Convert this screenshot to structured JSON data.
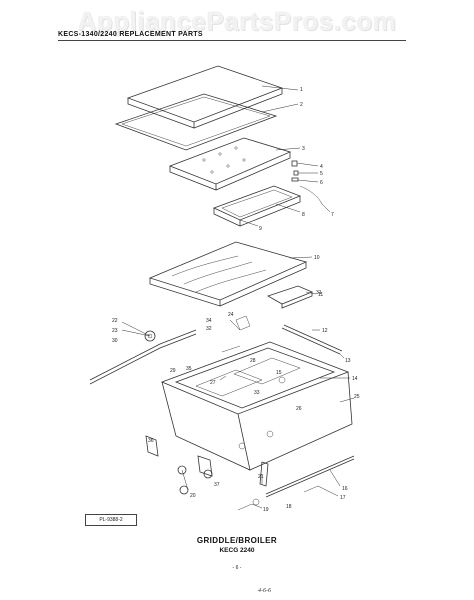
{
  "watermark": "AppliancePartsPros.com",
  "header": "KECS-1340/2240 REPLACEMENT PARTS",
  "figure_code": "PL-9388-2",
  "title": "GRIDDLE/BROILER",
  "model": "KECG 2240",
  "page_number": "- 6 -",
  "signature": "4-6-6",
  "callouts": [
    {
      "id": "c1",
      "text": "1"
    },
    {
      "id": "c2",
      "text": "2"
    },
    {
      "id": "c3",
      "text": "3"
    },
    {
      "id": "c4",
      "text": "4"
    },
    {
      "id": "c5",
      "text": "5"
    },
    {
      "id": "c6",
      "text": "6"
    },
    {
      "id": "c7",
      "text": "7"
    },
    {
      "id": "c8",
      "text": "8"
    },
    {
      "id": "c9",
      "text": "9"
    },
    {
      "id": "c10",
      "text": "10"
    },
    {
      "id": "c11",
      "text": "11"
    },
    {
      "id": "c12",
      "text": "12"
    },
    {
      "id": "c13",
      "text": "13"
    },
    {
      "id": "c14",
      "text": "14"
    },
    {
      "id": "c15",
      "text": "15"
    },
    {
      "id": "c16",
      "text": "16"
    },
    {
      "id": "c17",
      "text": "17"
    },
    {
      "id": "c18",
      "text": "18"
    },
    {
      "id": "c19",
      "text": "19"
    },
    {
      "id": "c20",
      "text": "20"
    },
    {
      "id": "c21",
      "text": "21"
    },
    {
      "id": "c22",
      "text": "22"
    },
    {
      "id": "c23",
      "text": "23"
    },
    {
      "id": "c24",
      "text": "24"
    },
    {
      "id": "c25",
      "text": "25"
    },
    {
      "id": "c26",
      "text": "26"
    },
    {
      "id": "c27",
      "text": "27"
    },
    {
      "id": "c28",
      "text": "28"
    },
    {
      "id": "c29",
      "text": "29"
    },
    {
      "id": "c30",
      "text": "30"
    },
    {
      "id": "c31",
      "text": "31"
    },
    {
      "id": "c32",
      "text": "32"
    },
    {
      "id": "c33",
      "text": "33"
    },
    {
      "id": "c34",
      "text": "34"
    },
    {
      "id": "c35",
      "text": "35"
    },
    {
      "id": "c36",
      "text": "36"
    },
    {
      "id": "c37",
      "text": "37"
    }
  ]
}
